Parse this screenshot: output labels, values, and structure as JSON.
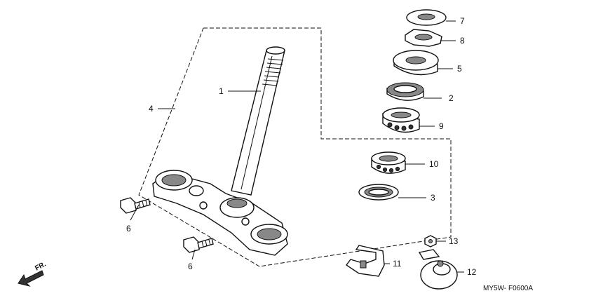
{
  "diagram": {
    "ref_code": "MY5W- F0600A",
    "direction_label": "FR.",
    "callouts": [
      {
        "id": "c1",
        "label": "1"
      },
      {
        "id": "c2",
        "label": "2"
      },
      {
        "id": "c3",
        "label": "3"
      },
      {
        "id": "c4",
        "label": "4"
      },
      {
        "id": "c5",
        "label": "5"
      },
      {
        "id": "c6a",
        "label": "6"
      },
      {
        "id": "c6b",
        "label": "6"
      },
      {
        "id": "c7",
        "label": "7"
      },
      {
        "id": "c8",
        "label": "8"
      },
      {
        "id": "c9",
        "label": "9"
      },
      {
        "id": "c10",
        "label": "10"
      },
      {
        "id": "c11",
        "label": "11"
      },
      {
        "id": "c12",
        "label": "12"
      },
      {
        "id": "c13",
        "label": "13"
      }
    ]
  }
}
